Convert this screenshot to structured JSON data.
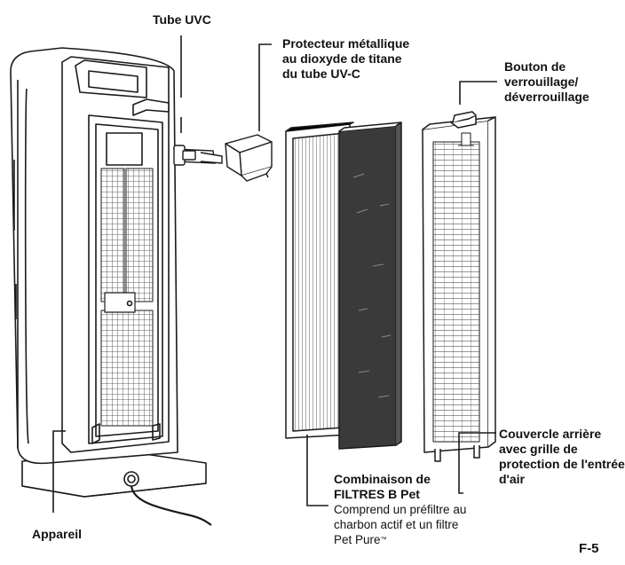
{
  "labels": {
    "uv_tube": "Tube UVC",
    "protector": [
      "Protecteur métallique",
      "au dioxyde de titane",
      "du tube UV-C"
    ],
    "lock_button": [
      "Bouton de",
      "verrouillage/",
      "déverrouillage"
    ],
    "back_cover": [
      "Couvercle arrière",
      "avec grille de",
      "protection de l'entrée",
      "d'air"
    ],
    "filter_combo": [
      "Combinaison de",
      "FILTRES B Pet"
    ],
    "filter_combo_desc": [
      "Comprend un préfiltre au",
      "charbon actif et un filtre",
      "Pet Pure"
    ],
    "trademark": "™",
    "unit": "Appareil",
    "page_number": "F-5"
  },
  "colors": {
    "line": "#1a1a1a",
    "carbon": "#3a3a3a",
    "background": "#ffffff"
  }
}
